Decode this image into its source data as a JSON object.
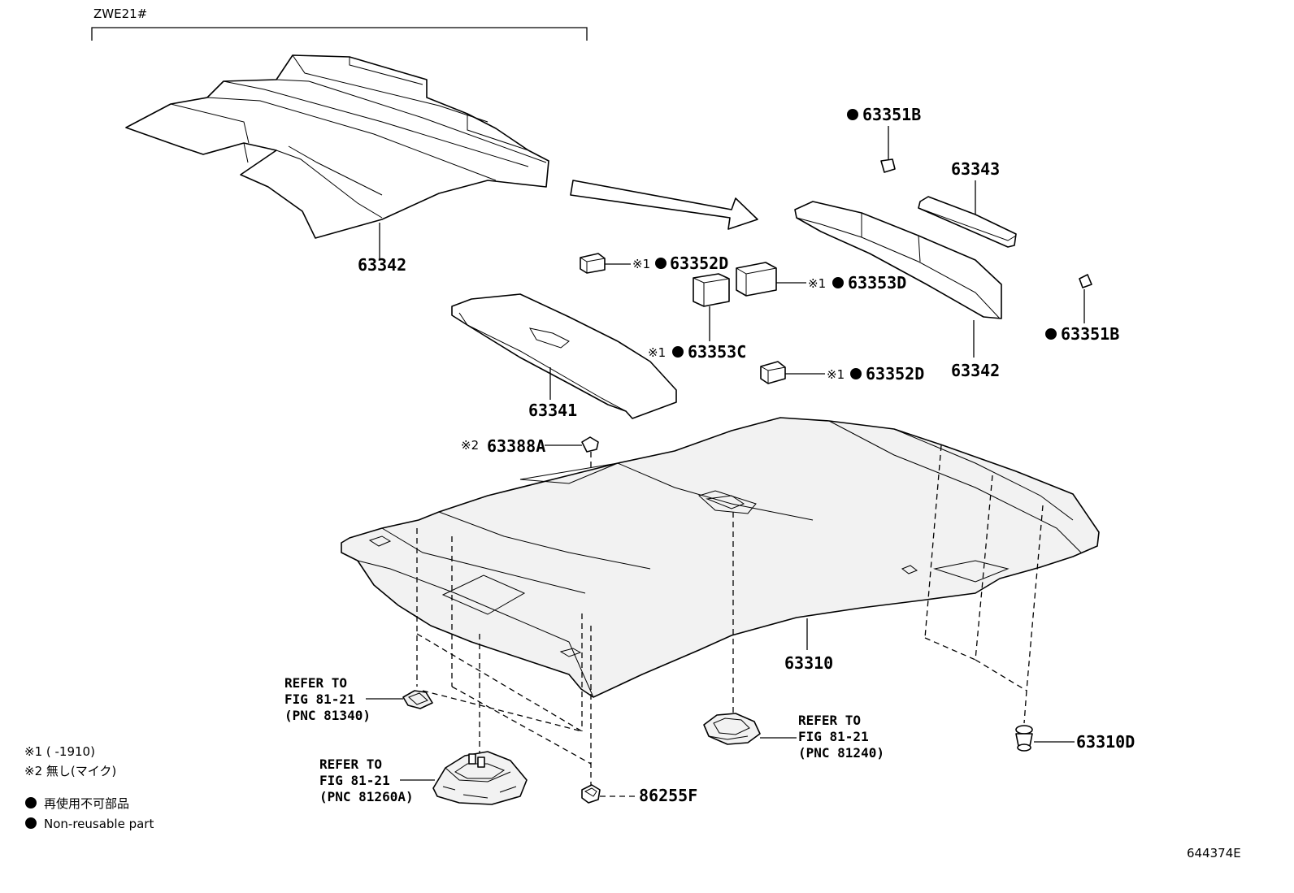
{
  "model_header": "ZWE21#",
  "diagram_id": "644374E",
  "labels": {
    "p63342_upper": "63342",
    "p63351B_top": "63351B",
    "p63343": "63343",
    "p63352D_top": "63352D",
    "p63353D": "63353D",
    "p63353C": "63353C",
    "p63351B_right": "63351B",
    "p63342_right": "63342",
    "p63352D_mid": "63352D",
    "p63341": "63341",
    "p63388A": "63388A",
    "p63310": "63310",
    "p63310D": "63310D",
    "p86255F": "86255F"
  },
  "marks": {
    "note1": "※1",
    "note2": "※2"
  },
  "refs": {
    "r81340": {
      "line1": "REFER TO",
      "line2": "FIG 81-21",
      "line3": "(PNC 81340)"
    },
    "r81260A": {
      "line1": "REFER TO",
      "line2": "FIG 81-21",
      "line3": "(PNC 81260A)"
    },
    "r81240": {
      "line1": "REFER TO",
      "line2": "FIG 81-21",
      "line3": "(PNC 81240)"
    }
  },
  "legend": {
    "note1": "※1 (     -1910)",
    "note2": "※2 無し(マイク)",
    "nonreusable_jp": "再使用不可部品",
    "nonreusable_en": "Non-reusable part"
  }
}
